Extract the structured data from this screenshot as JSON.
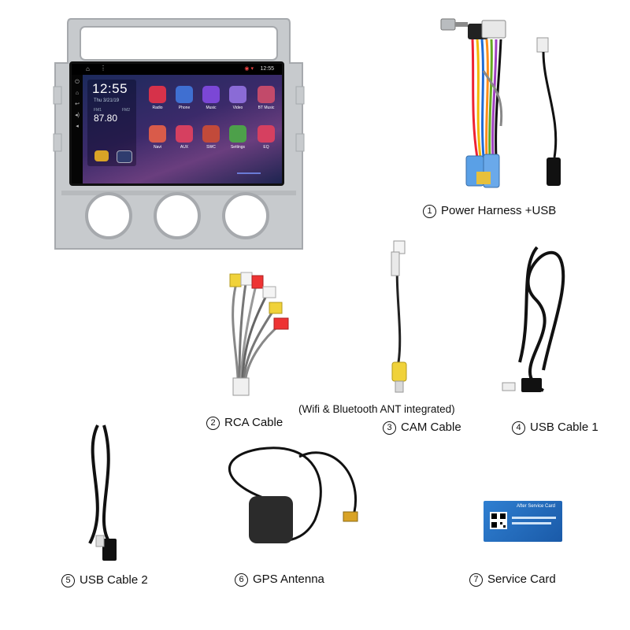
{
  "head_unit": {
    "status_time": "12:55",
    "widget_time": "12:55",
    "widget_date": "Thu 3/21/19",
    "radio_band_left": "FM1",
    "radio_band_right": "FM2",
    "radio_frequency": "87.80",
    "apps": [
      "Radio",
      "Phone",
      "Music",
      "Video",
      "BT Music",
      "Navi",
      "AUX",
      "SWC",
      "Settings",
      "EQ"
    ],
    "accent_colors": [
      "#d6324a",
      "#3f6fd1",
      "#7b47d6",
      "#8a6bd6",
      "#c24a6a",
      "#d95b4a",
      "#d64060",
      "#c24a3a",
      "#4da04a",
      "#d64060"
    ]
  },
  "items": [
    {
      "number": "1",
      "name": "Power Harness +USB"
    },
    {
      "number": "2",
      "name": "RCA Cable"
    },
    {
      "number": "3",
      "name": "CAM Cable"
    },
    {
      "number": "4",
      "name": "USB Cable 1"
    },
    {
      "number": "5",
      "name": "USB Cable 2"
    },
    {
      "number": "6",
      "name": "GPS Antenna"
    },
    {
      "number": "7",
      "name": "Service Card"
    }
  ],
  "cam_note": "(Wifi & Bluetooth ANT integrated)",
  "service_card_title": "After Service Card"
}
